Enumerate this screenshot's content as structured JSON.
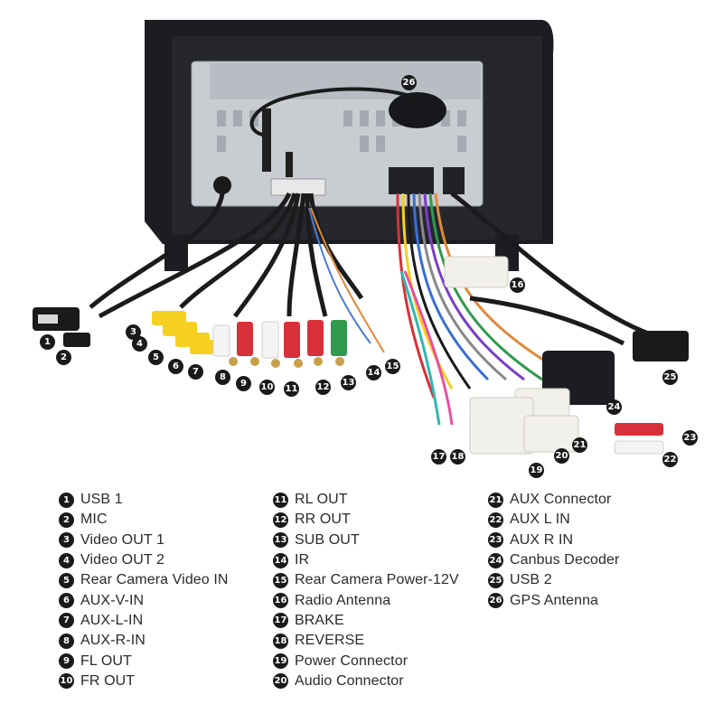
{
  "callouts": [
    "1",
    "2",
    "3",
    "4",
    "5",
    "6",
    "7",
    "8",
    "9",
    "10",
    "11",
    "12",
    "13",
    "14",
    "15",
    "16",
    "17",
    "18",
    "19",
    "20",
    "21",
    "22",
    "23",
    "24",
    "25",
    "26"
  ],
  "legend": {
    "col1": [
      {
        "num": "1",
        "label": "USB 1"
      },
      {
        "num": "2",
        "label": "MIC"
      },
      {
        "num": "3",
        "label": "Video OUT 1"
      },
      {
        "num": "4",
        "label": "Video OUT 2"
      },
      {
        "num": "5",
        "label": "Rear Camera Video IN"
      },
      {
        "num": "6",
        "label": "AUX-V-IN"
      },
      {
        "num": "7",
        "label": "AUX-L-IN"
      },
      {
        "num": "8",
        "label": "AUX-R-IN"
      },
      {
        "num": "9",
        "label": "FL OUT"
      },
      {
        "num": "10",
        "label": "FR OUT"
      }
    ],
    "col2": [
      {
        "num": "11",
        "label": "RL OUT"
      },
      {
        "num": "12",
        "label": "RR OUT"
      },
      {
        "num": "13",
        "label": "SUB OUT"
      },
      {
        "num": "14",
        "label": "IR"
      },
      {
        "num": "15",
        "label": "Rear Camera Power-12V"
      },
      {
        "num": "16",
        "label": "Radio Antenna"
      },
      {
        "num": "17",
        "label": "BRAKE"
      },
      {
        "num": "18",
        "label": "REVERSE"
      },
      {
        "num": "19",
        "label": "Power Connector"
      },
      {
        "num": "20",
        "label": "Audio Connector"
      }
    ],
    "col3": [
      {
        "num": "21",
        "label": "AUX Connector"
      },
      {
        "num": "22",
        "label": "AUX L IN"
      },
      {
        "num": "23",
        "label": "AUX R IN"
      },
      {
        "num": "24",
        "label": "Canbus Decoder"
      },
      {
        "num": "25",
        "label": "USB 2"
      },
      {
        "num": "26",
        "label": "GPS Antenna"
      }
    ]
  },
  "colors": {
    "callout_bg": "#1a1a1a",
    "rca_yellow": "#f5d020",
    "rca_white": "#f4f4f4",
    "rca_red": "#d8303a",
    "rca_green": "#2f9a4e",
    "harness_white": "#f2f0ea",
    "unit_black": "#1c1d22",
    "chassis_metal": "#c9ccd1"
  }
}
